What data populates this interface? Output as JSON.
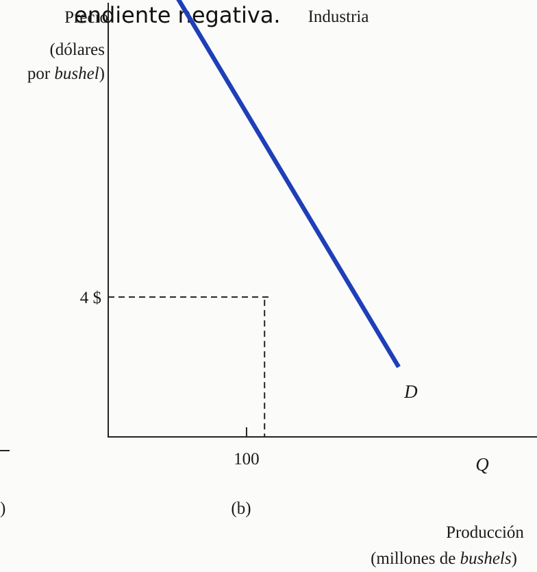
{
  "caption_fragment": "endiente negativa.",
  "chart_data": {
    "type": "line",
    "title": "Industria",
    "ylabel": {
      "line1": "Precio",
      "line2": "(dólares",
      "line3_prefix": "por ",
      "line3_italic": "bushel",
      "line3_suffix": ")"
    },
    "xlabel": {
      "line1": "Producción",
      "line2_prefix": "(millones de ",
      "line2_italic": "bushels",
      "line2_suffix": ")"
    },
    "x_axis_symbol": "Q",
    "panel_label": "(b)",
    "left_panel_fragment": ")",
    "xlim": [
      0,
      310
    ],
    "ylim": [
      0,
      12.5
    ],
    "x_ticks": [
      {
        "value": 100,
        "label": "100"
      }
    ],
    "y_ticks": [
      {
        "value": 4,
        "label": "4 $"
      }
    ],
    "series": [
      {
        "name": "D",
        "color": "#1f3fb8",
        "points": [
          {
            "x": 210,
            "y": 2.0
          },
          {
            "x": 48,
            "y": 12.7
          }
        ]
      }
    ],
    "reference_point": {
      "x": 115,
      "y": 4
    },
    "grid": false
  }
}
